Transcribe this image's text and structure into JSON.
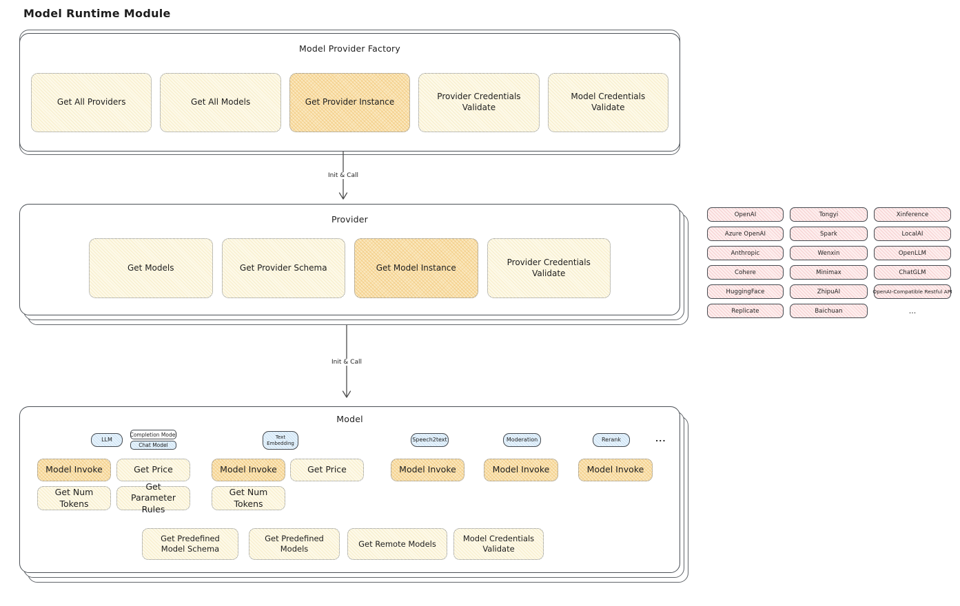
{
  "title": "Model Runtime Module",
  "arrows": {
    "label1": "Init & Call",
    "label2": "Init & Call"
  },
  "factory": {
    "title": "Model Provider Factory",
    "items": [
      {
        "label": "Get All Providers",
        "highlight": false
      },
      {
        "label": "Get All Models",
        "highlight": false
      },
      {
        "label": "Get Provider Instance",
        "highlight": true
      },
      {
        "label": "Provider Credentials Validate",
        "highlight": false
      },
      {
        "label": "Model Credentials Validate",
        "highlight": false
      }
    ]
  },
  "provider": {
    "title": "Provider",
    "items": [
      {
        "label": "Get Models",
        "highlight": false
      },
      {
        "label": "Get Provider Schema",
        "highlight": false
      },
      {
        "label": "Get Model Instance",
        "highlight": true
      },
      {
        "label": "Provider Credentials Validate",
        "highlight": false
      }
    ]
  },
  "providers_grid": {
    "columns": [
      [
        "OpenAI",
        "Azure OpenAI",
        "Anthropic",
        "Cohere",
        "HuggingFace",
        "Replicate"
      ],
      [
        "Tongyi",
        "Spark",
        "Wenxin",
        "Minimax",
        "ZhipuAI",
        "Baichuan"
      ],
      [
        "Xinference",
        "LocalAI",
        "OpenLLM",
        "ChatGLM",
        "OpenAI-Compatible Restful API"
      ]
    ],
    "more": "..."
  },
  "model": {
    "title": "Model",
    "tags": {
      "llm": "LLM",
      "completion": "Completion Model",
      "chat": "Chat Model",
      "text_embedding": "Text Embedding",
      "speech2text": "Speech2text",
      "moderation": "Moderation",
      "rerank": "Rerank",
      "more": "..."
    },
    "functions": {
      "model_invoke": "Model Invoke",
      "get_price": "Get Price",
      "get_num_tokens": "Get Num Tokens",
      "get_parameter_rules": "Get Parameter Rules"
    },
    "bottom": [
      "Get Predefined Model Schema",
      "Get Predefined Models",
      "Get Remote Models",
      "Model Credentials Validate"
    ]
  },
  "colors": {
    "yellow_base": "#fdf9e8",
    "yellow_hatch": "#f7edca",
    "orange_base": "#fae7bd",
    "orange_hatch": "#f3cf8a",
    "pink_base": "#fdeeee",
    "pink_hatch": "#f6cfcf",
    "blue_base": "#e7f2fb",
    "blue_hatch": "#c9e2f4",
    "box_border": "#4a4f55",
    "dotted_border": "#83888e",
    "text": "#1d1d1d"
  }
}
